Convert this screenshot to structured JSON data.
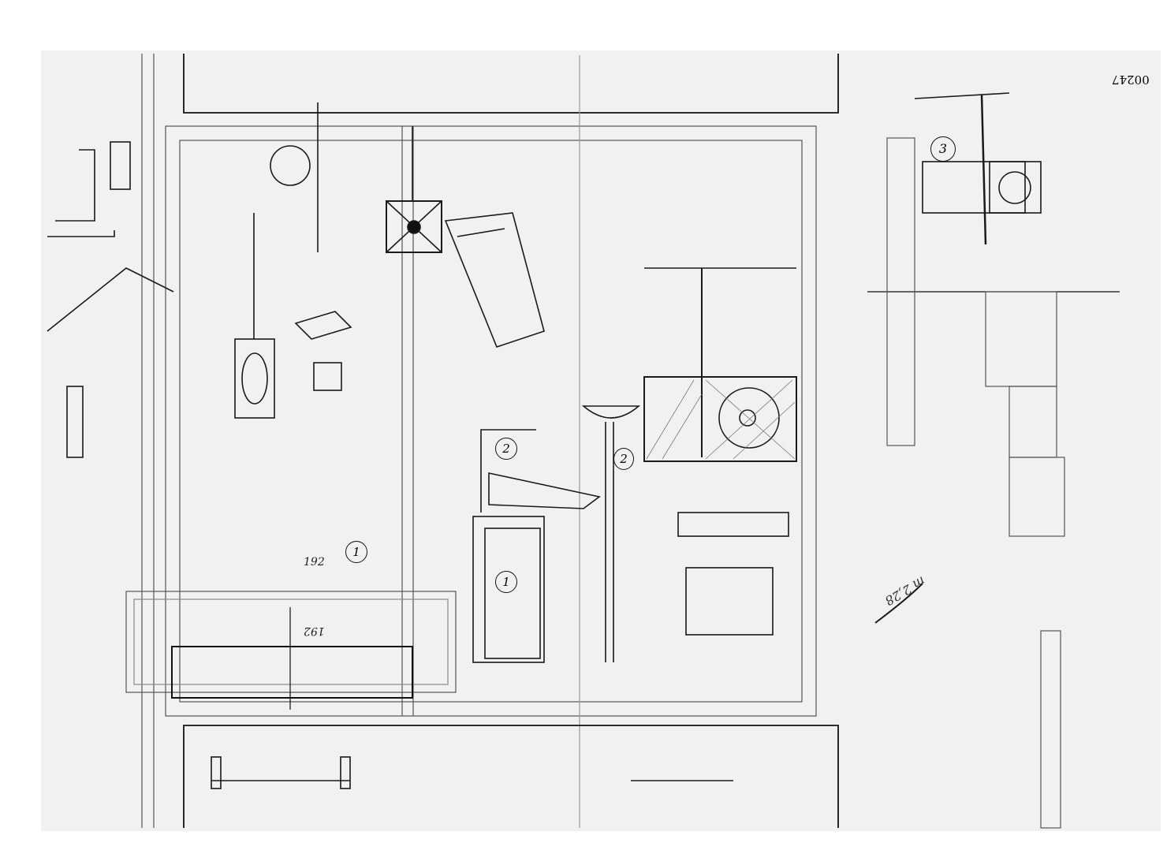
{
  "drawing": {
    "catalog_number": "00247",
    "circle_labels": [
      "1",
      "1",
      "2",
      "2",
      "3"
    ],
    "dimension_labels": [
      "192",
      "192"
    ],
    "note_measure": "m 2,28",
    "ink_color": "#1a1a1a",
    "paper_color": "#f1f1f1"
  }
}
